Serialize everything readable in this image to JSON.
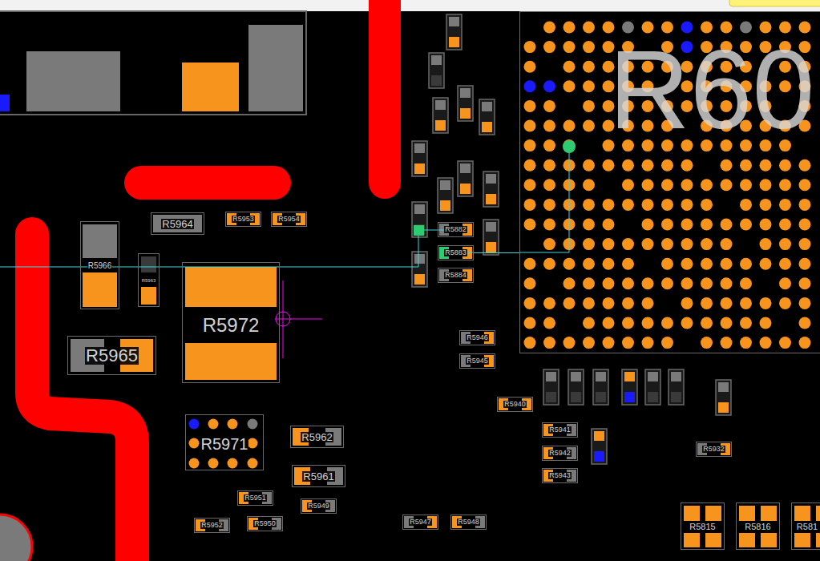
{
  "diagram": {
    "nodes": [
      {
        "text": [
          "R60"
        ]
      },
      {
        "text": [
          "R5964"
        ]
      },
      {
        "text": [
          "R5953"
        ]
      },
      {
        "text": [
          "R5954"
        ]
      },
      {
        "text": [
          "R5966"
        ]
      },
      {
        "text": [
          "R5882"
        ]
      },
      {
        "text": [
          "R5883"
        ]
      },
      {
        "text": [
          "R5963"
        ]
      },
      {
        "text": [
          "R5972"
        ]
      },
      {
        "text": [
          "R5884"
        ]
      },
      {
        "text": [
          "R5946"
        ]
      },
      {
        "text": [
          "R5965"
        ]
      },
      {
        "text": [
          "R5945"
        ]
      },
      {
        "text": [
          "R5940"
        ]
      },
      {
        "text": [
          "R5971"
        ]
      },
      {
        "text": [
          "R5941"
        ]
      },
      {
        "text": [
          "R5962"
        ]
      },
      {
        "text": [
          "R5932"
        ]
      },
      {
        "text": [
          "R5942"
        ]
      },
      {
        "text": [
          "R5961"
        ]
      },
      {
        "text": [
          "R5943"
        ]
      },
      {
        "text": [
          "R5951"
        ]
      },
      {
        "text": [
          "R5949"
        ]
      },
      {
        "text": [
          "R5815"
        ]
      },
      {
        "text": [
          "R5816"
        ]
      },
      {
        "text": [
          "R581"
        ]
      },
      {
        "text": [
          "R5947"
        ]
      },
      {
        "text": [
          "R5948"
        ]
      },
      {
        "text": [
          "R5950"
        ]
      },
      {
        "text": [
          "R5952"
        ]
      }
    ],
    "edges": [
      {
        "from": 6,
        "to": 0,
        "arrow": "none"
      }
    ]
  }
}
